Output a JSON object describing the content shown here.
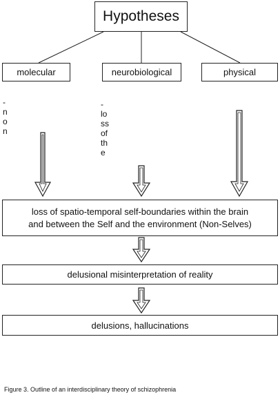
{
  "title": "Hypotheses",
  "categories": {
    "molecular": "molecular",
    "neurobiological": "neurobiological",
    "physical": "physical"
  },
  "vertical_text": {
    "molecular": [
      "-",
      "n",
      "o",
      "n"
    ],
    "neurobiological": [
      "-",
      "lo",
      "ss",
      "of",
      "th",
      "e"
    ]
  },
  "mechanism": {
    "line1": "loss of spatio-temporal self-boundaries within the brain",
    "line2": "and between the Self and the environment (Non-Selves)"
  },
  "delusional_misinterpretation": "delusional misinterpretation of reality",
  "outcome": "delusions, hallucinations",
  "caption": "Figure 3. Outline of an interdisciplinary theory of schizophrenia",
  "colors": {
    "line": "#222222",
    "background": "#ffffff"
  }
}
